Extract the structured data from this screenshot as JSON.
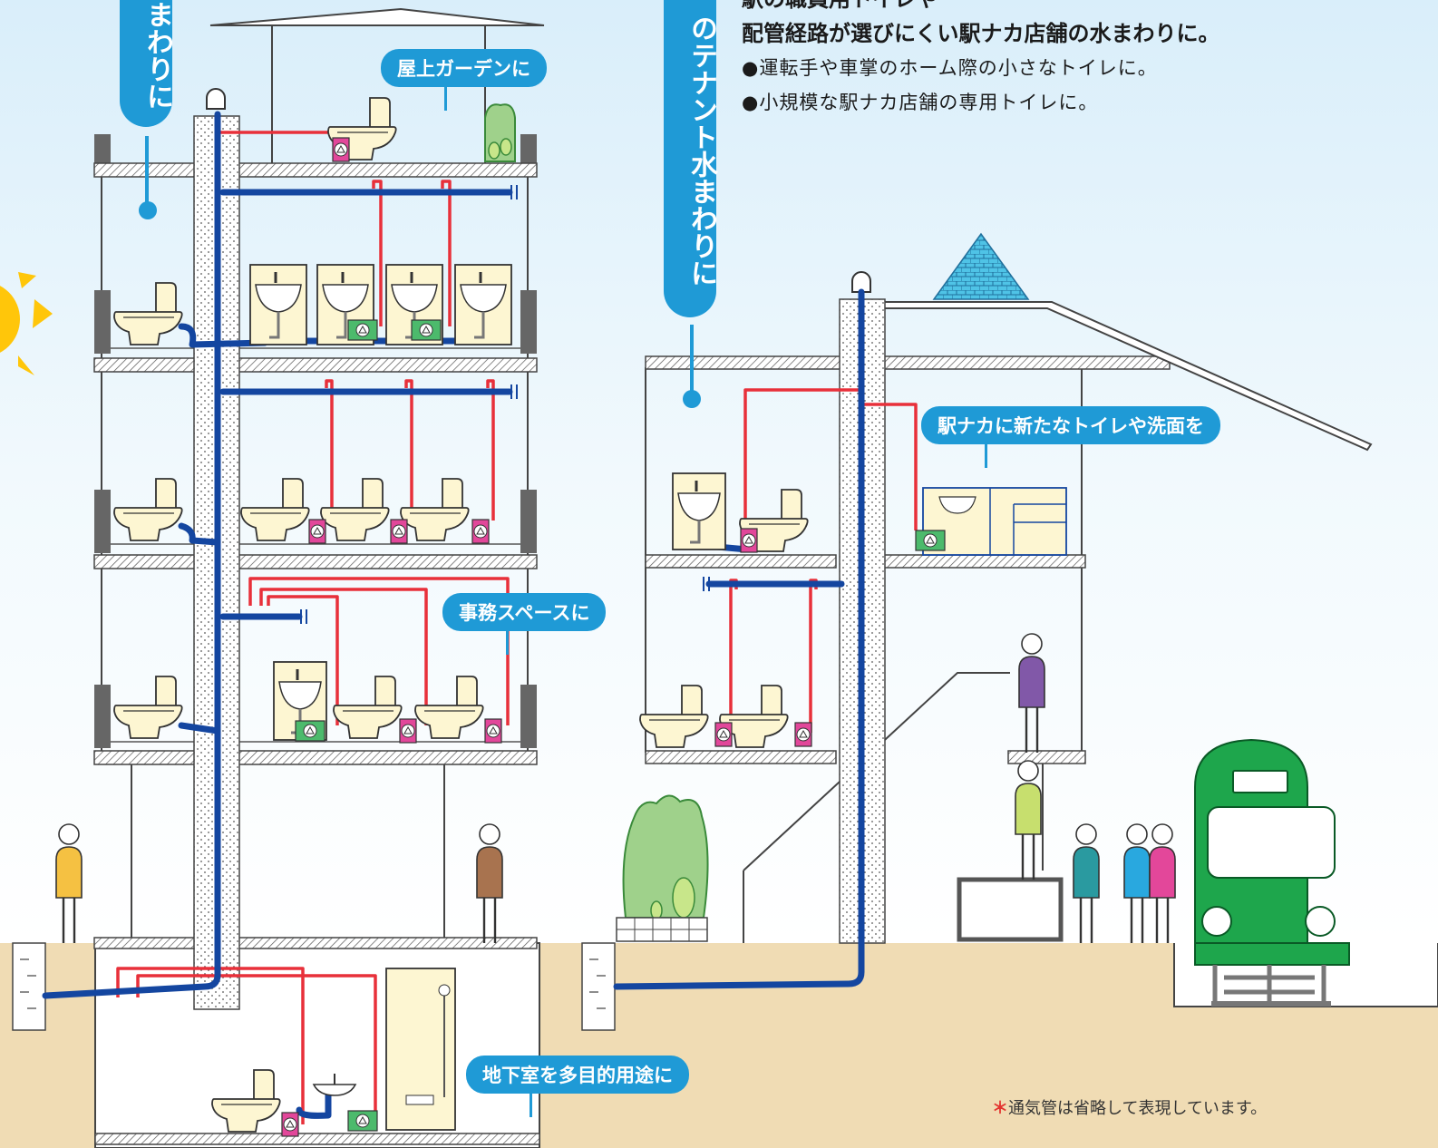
{
  "header": {
    "line1": "駅の職員用トイレや",
    "line2": "配管経路が選びにくい駅ナカ店舗の水まわりに。",
    "bullets": [
      "●運転手や車掌のホーム際の小さなトイレに。",
      "●小規模な駅ナカ店舗の専用トイレに。"
    ]
  },
  "banners": {
    "left": "まわりに",
    "right": "のテナント水まわりに"
  },
  "callouts": {
    "rooftop": "屋上ガーデンに",
    "office": "事務スペースに",
    "basement": "地下室を多目的用途に",
    "station": "駅ナカに新たなトイレや洗面を"
  },
  "footnote": {
    "mark": "＊",
    "text": "通気管は省略して表現しています。"
  },
  "colors": {
    "drain_pipe": "#1446a0",
    "supply_pipe": "#e8303a",
    "pump_pink": "#e2479a",
    "pump_green": "#4cba6c",
    "callout": "#1f9ad6",
    "ground": "#f0dcb4",
    "train": "#1ea64c",
    "fixture": "#fdf6d2"
  }
}
